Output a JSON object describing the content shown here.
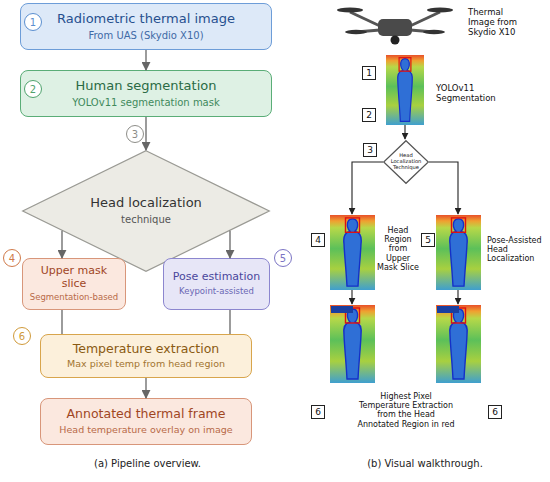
{
  "diagram": {
    "nodes": [
      {
        "text": [
          "Radiometric thermal image",
          "From UAS (Skydio X10)"
        ]
      },
      {
        "text": [
          "Human segmentation",
          "YOLOv11 segmentation mask"
        ]
      },
      {
        "text": [
          "Head localization",
          "technique"
        ]
      },
      {
        "text": [
          "Upper mask slice",
          "Segmentation-based"
        ]
      },
      {
        "text": [
          "Pose estimation",
          "Keypoint-assisted"
        ]
      },
      {
        "text": [
          "Temperature extraction",
          "Max pixel temp from head region"
        ]
      },
      {
        "text": [
          "Annotated thermal frame",
          "Head temperature overlay on image"
        ]
      },
      {
        "text": [
          "Head Localization Technique"
        ]
      }
    ],
    "edges": [
      {
        "from": 0,
        "to": 1,
        "arrow": "to"
      },
      {
        "from": 1,
        "to": 2,
        "arrow": "to"
      },
      {
        "from": 2,
        "to": 3,
        "arrow": "to"
      },
      {
        "from": 2,
        "to": 4,
        "arrow": "to"
      },
      {
        "from": 3,
        "to": 5,
        "arrow": "none"
      },
      {
        "from": 4,
        "to": 5,
        "arrow": "none"
      },
      {
        "from": 5,
        "to": 6,
        "arrow": "to"
      }
    ],
    "labels": [
      "1",
      "2",
      "3",
      "4",
      "5",
      "6",
      "(a) Pipeline overview.",
      "Thermal Image from Skydio X10",
      "1",
      "YOLOv11 Segmentation",
      "2",
      "3",
      "4",
      "Head Region from Upper Mask Slice",
      "5",
      "Pose-Assisted Head Localization",
      "6",
      "6",
      "Highest Pixel Temperature Extraction from the Head Annotated Region in red",
      "(b) Visual walkthrough."
    ]
  }
}
